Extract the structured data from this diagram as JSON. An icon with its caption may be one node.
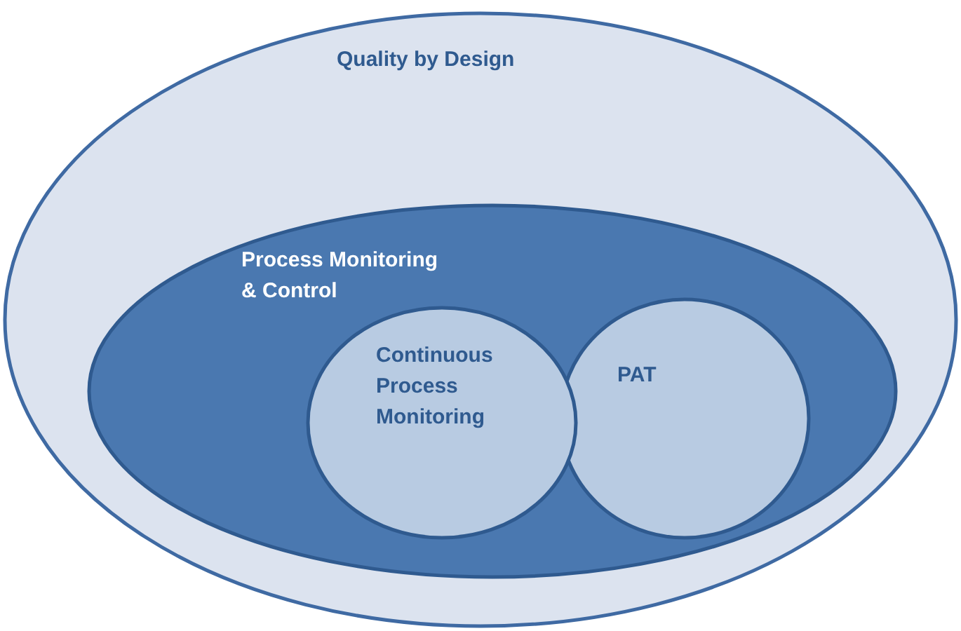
{
  "diagram": {
    "nodes": [
      {
        "text": [
          "Quality by Design"
        ]
      },
      {
        "text": [
          "Process Monitoring & Control"
        ],
        "in": 0
      },
      {
        "text": [
          "Continuous Process Monitoring"
        ],
        "in": 1
      },
      {
        "text": [
          "PAT"
        ],
        "in": 1
      }
    ]
  }
}
